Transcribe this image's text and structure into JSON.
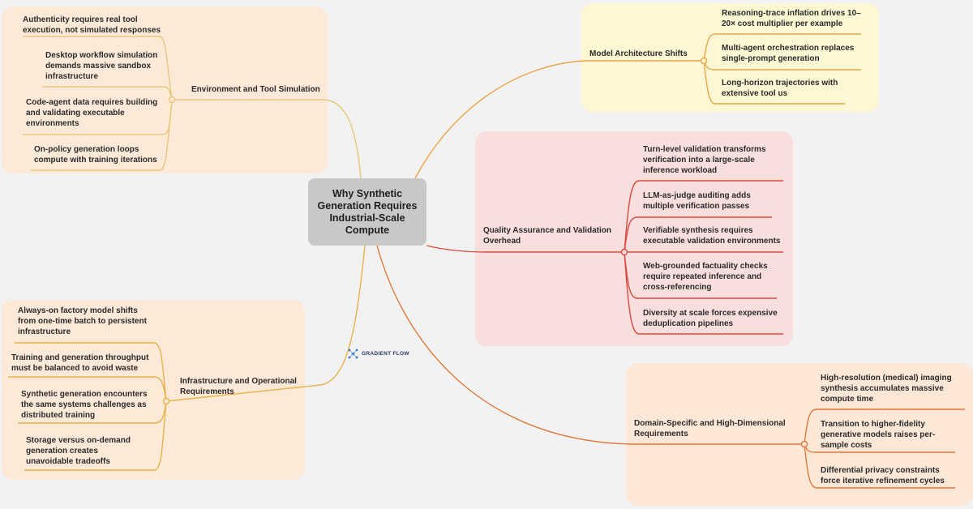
{
  "center": {
    "title": "Why Synthetic Generation Requires Industrial-Scale Compute"
  },
  "branches": {
    "environment": {
      "label": "Environment and Tool Simulation",
      "color": "#e8c77a",
      "items": [
        "Authenticity requires real tool execution, not simulated responses",
        "Desktop workflow simulation demands massive sandbox infrastructure",
        "Code-agent data requires building and validating executable environments",
        "On-policy generation loops compute with training iterations"
      ]
    },
    "infrastructure": {
      "label": "Infrastructure and Operational Requirements",
      "color": "#e7b24a",
      "items": [
        "Always-on factory model shifts from one-time batch to persistent infrastructure",
        "Training and generation throughput must be balanced to avoid waste",
        "Synthetic generation encounters the same systems challenges as distributed training",
        "Storage versus on-demand generation creates unavoidable tradeoffs"
      ]
    },
    "model": {
      "label": "Model Architecture Shifts",
      "color": "#e9a64a",
      "items": [
        "Reasoning-trace inflation drives 10–20× cost multiplier per example",
        "Multi-agent orchestration replaces single-prompt generation",
        "Long-horizon trajectories with extensive tool us"
      ]
    },
    "quality": {
      "label": "Quality Assurance and Validation Overhead",
      "color": "#d94b3f",
      "items": [
        "Turn-level validation transforms verification into a large-scale inference workload",
        "LLM-as-judge auditing adds multiple verification passes",
        "Verifiable synthesis requires executable validation environments",
        "Web-grounded factuality checks require repeated inference and cross-referencing",
        "Diversity at scale forces expensive deduplication pipelines"
      ]
    },
    "domain": {
      "label": "Domain-Specific and High-Dimensional Requirements",
      "color": "#e0783a",
      "items": [
        "High-resolution (medical) imaging synthesis accumulates massive compute time",
        "Transition to higher-fidelity generative models raises per-sample costs",
        "Differential privacy constraints force iterative refinement cycles"
      ]
    }
  },
  "logo": {
    "text": "GRADIENT FLOW",
    "icon": "gradient-flow-logo-icon",
    "color": "#2b6cc4"
  }
}
